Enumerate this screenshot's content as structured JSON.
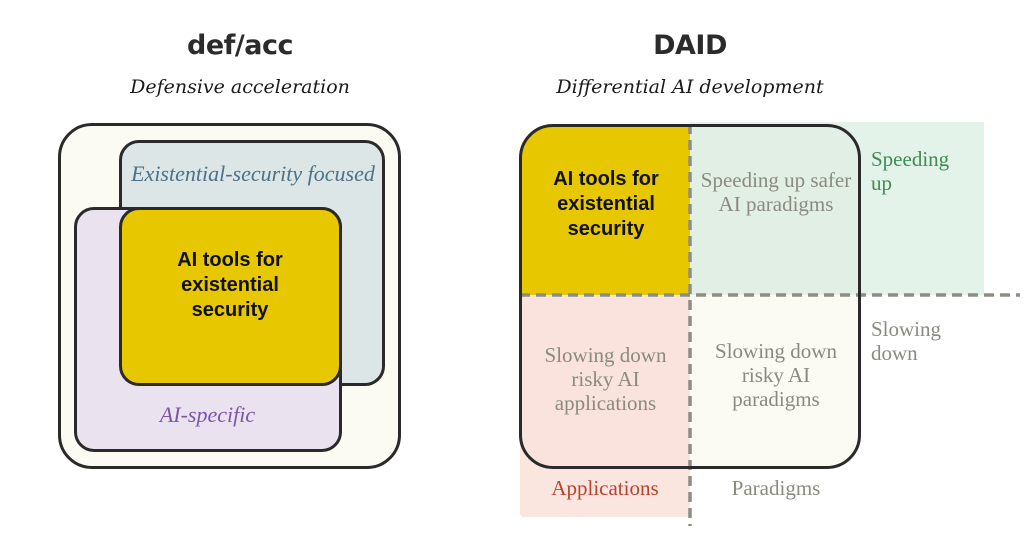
{
  "left_panel": {
    "title": "def/acc",
    "subtitle": "Defensive acceleration",
    "regions": {
      "existential_security": "Existential-security focused",
      "ai_specific": "AI-specific",
      "intersection": "AI tools for existential security"
    }
  },
  "right_panel": {
    "title": "DAID",
    "subtitle": "Differential AI development",
    "cells": {
      "top_left": "AI tools for existential security",
      "top_right": "Speeding up safer AI paradigms",
      "bottom_left": "Slowing down risky AI applications",
      "bottom_right": "Slowing down risky AI paradigms"
    },
    "row_labels": {
      "top": "Speeding up",
      "bottom": "Slowing down"
    },
    "column_labels": {
      "left": "Applications",
      "right": "Paradigms"
    }
  },
  "colors": {
    "yellow": "#e6c700",
    "blue_grey": "#dde6e6",
    "lavender": "#ebe2ef",
    "cream": "#fbfaf3",
    "mint": "#e4f3e9",
    "pink": "#fbe5df",
    "green_text": "#3f8a55",
    "red_text": "#b8422e",
    "purple_text": "#7a55a8",
    "teal_text": "#4d7185"
  }
}
